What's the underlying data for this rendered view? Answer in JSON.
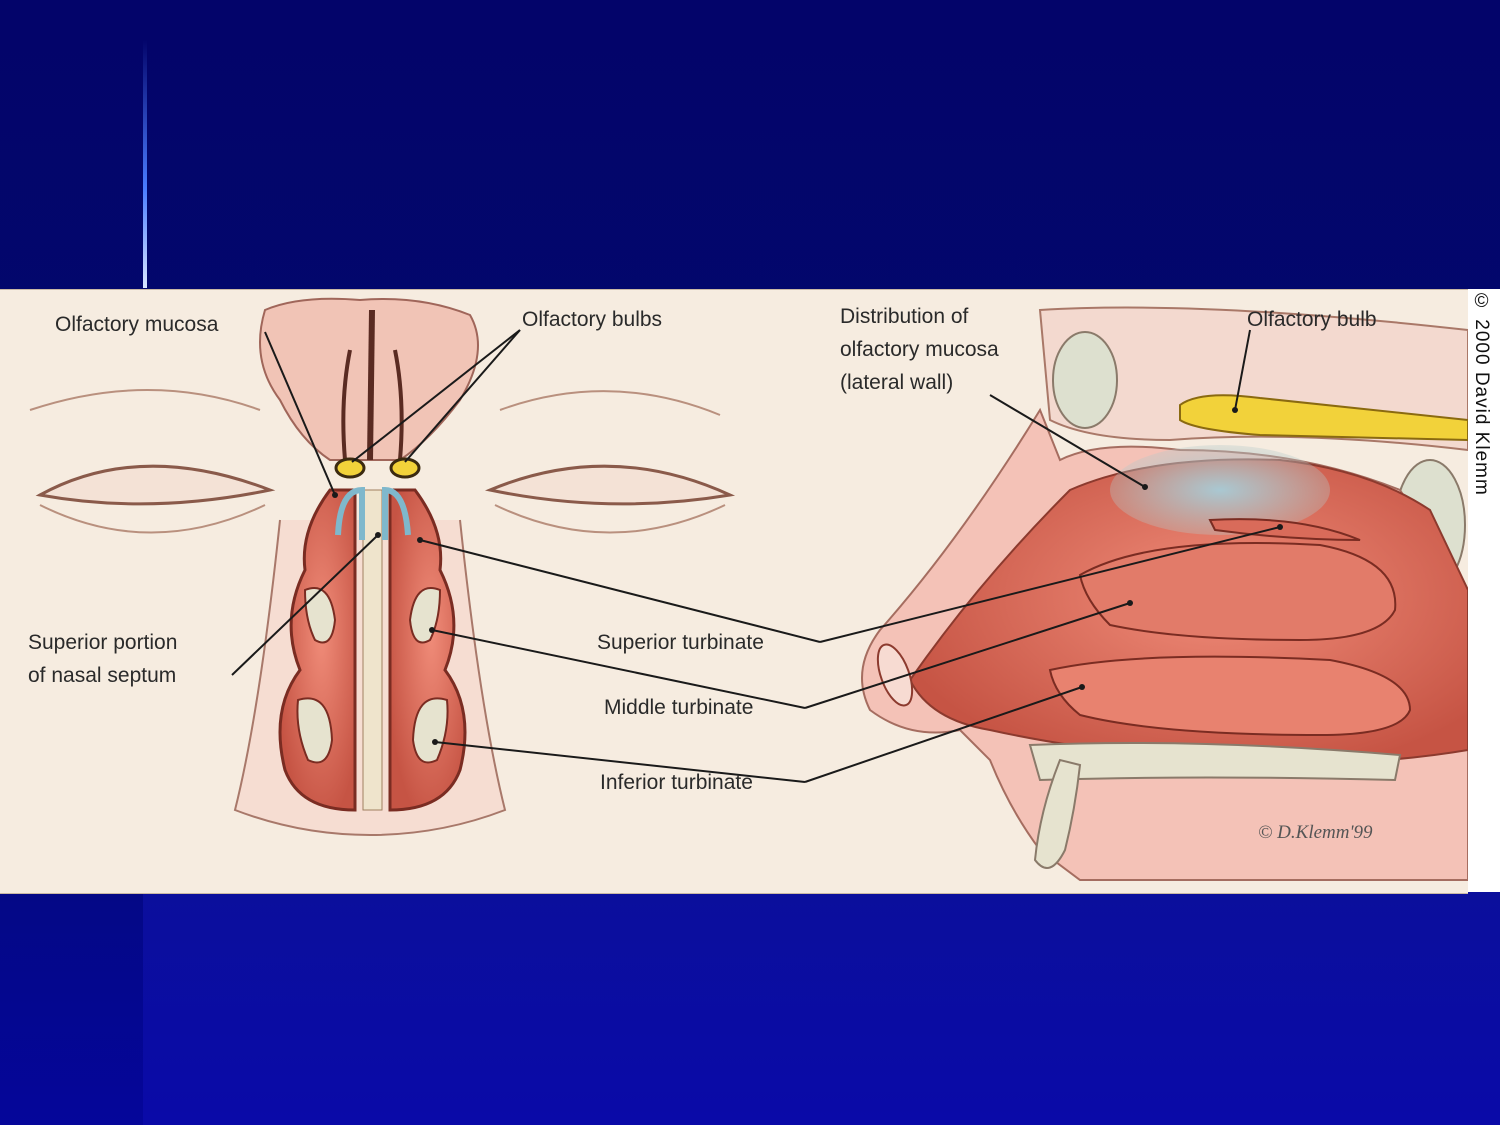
{
  "figure": {
    "labels": {
      "olfactory_mucosa": "Olfactory mucosa",
      "olfactory_bulbs": "Olfactory bulbs",
      "superior_portion_line1": "Superior portion",
      "superior_portion_line2": "of nasal septum",
      "superior_turbinate": "Superior turbinate",
      "middle_turbinate": "Middle turbinate",
      "inferior_turbinate": "Inferior turbinate",
      "distribution_line1": "Distribution of",
      "distribution_line2": "olfactory mucosa",
      "distribution_line3": "(lateral wall)",
      "olfactory_bulb": "Olfactory bulb"
    },
    "signature": "© D.Klemm'99",
    "copyright": "© 2000 David Klemm"
  },
  "colors": {
    "background": "#03046a",
    "figure_background": "#f6ece0",
    "tissue_red": "#d8705f",
    "tissue_pink": "#f2c3b8",
    "mucosa_blue": "#9fc2cf",
    "bone": "#e6e3cf",
    "bulb_yellow": "#f2d23a"
  }
}
